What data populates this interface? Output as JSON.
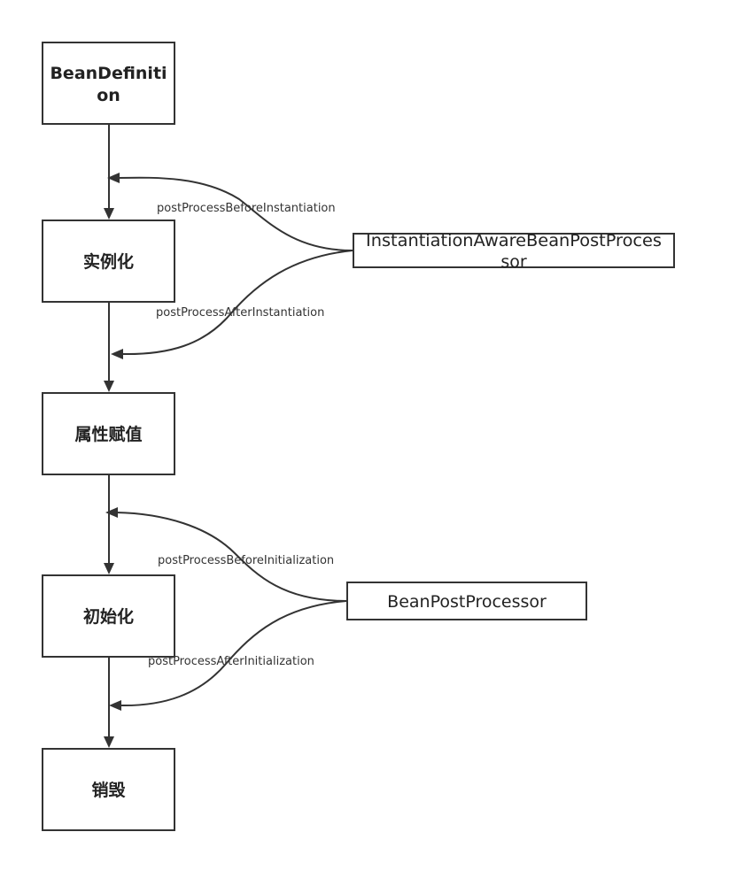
{
  "colors": {
    "stroke": "#333333",
    "text": "#222222",
    "background": "#ffffff"
  },
  "nodes": {
    "bean_definition": {
      "line1": "BeanDefiniti",
      "line2": "on"
    },
    "instantiate": {
      "label": "实例化"
    },
    "populate": {
      "label": "属性赋值"
    },
    "initialize": {
      "label": "初始化"
    },
    "destroy": {
      "label": "销毁"
    }
  },
  "processors": {
    "instantiation_aware": {
      "line1": "InstantiationAwareBeanPostProces",
      "line2": "sor"
    },
    "bean_post": {
      "label": "BeanPostProcessor"
    }
  },
  "edges": {
    "before_instantiation": "postProcessBeforeInstantiation",
    "after_instantiation": "postProcessAfterInstantiation",
    "before_initialization": "postProcessBeforeInitialization",
    "after_initialization": "postProcessAfterInitialization"
  }
}
